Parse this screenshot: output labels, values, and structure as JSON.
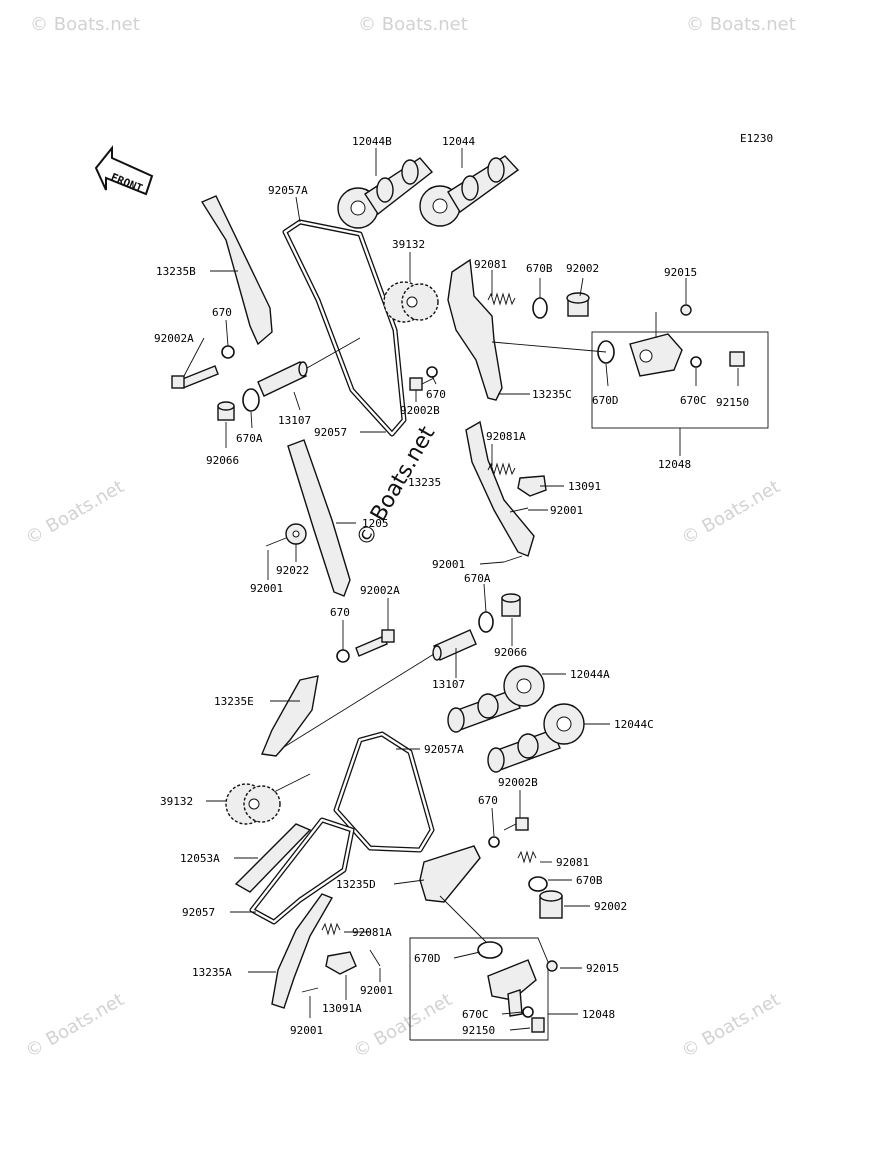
{
  "diagram_code": "E1230",
  "front_label": "FRONT",
  "watermark_text": "© Boats.net",
  "labels": [
    {
      "id": "l-12044b",
      "text": "12044B"
    },
    {
      "id": "l-12044",
      "text": "12044"
    },
    {
      "id": "l-92057a-top",
      "text": "92057A"
    },
    {
      "id": "l-13235b",
      "text": "13235B"
    },
    {
      "id": "l-39132-top",
      "text": "39132"
    },
    {
      "id": "l-92081-top",
      "text": "92081"
    },
    {
      "id": "l-670b-top",
      "text": "670B"
    },
    {
      "id": "l-92002-top",
      "text": "92002"
    },
    {
      "id": "l-92015-top",
      "text": "92015"
    },
    {
      "id": "l-670-top1",
      "text": "670"
    },
    {
      "id": "l-92002a-top",
      "text": "92002A"
    },
    {
      "id": "l-670-top2",
      "text": "670"
    },
    {
      "id": "l-13235c",
      "text": "13235C"
    },
    {
      "id": "l-670d-top",
      "text": "670D"
    },
    {
      "id": "l-670c-top",
      "text": "670C"
    },
    {
      "id": "l-92150-top",
      "text": "92150"
    },
    {
      "id": "l-92002b-top",
      "text": "92002B"
    },
    {
      "id": "l-13107-top",
      "text": "13107"
    },
    {
      "id": "l-92057-top",
      "text": "92057"
    },
    {
      "id": "l-670a-top",
      "text": "670A"
    },
    {
      "id": "l-92066-top",
      "text": "92066"
    },
    {
      "id": "l-12048-top",
      "text": "12048"
    },
    {
      "id": "l-92081a-top",
      "text": "92081A"
    },
    {
      "id": "l-13235",
      "text": "13235"
    },
    {
      "id": "l-13091",
      "text": "13091"
    },
    {
      "id": "l-92001-a",
      "text": "92001"
    },
    {
      "id": "l-1205",
      "text": "1205"
    },
    {
      "id": "l-92022",
      "text": "92022"
    },
    {
      "id": "l-92001-b",
      "text": "92001"
    },
    {
      "id": "l-92001-c",
      "text": "92001"
    },
    {
      "id": "l-670a-mid",
      "text": "670A"
    },
    {
      "id": "l-670-mid",
      "text": "670"
    },
    {
      "id": "l-92002a-mid",
      "text": "92002A"
    },
    {
      "id": "l-92066-mid",
      "text": "92066"
    },
    {
      "id": "l-13107-mid",
      "text": "13107"
    },
    {
      "id": "l-12044a",
      "text": "12044A"
    },
    {
      "id": "l-13235e",
      "text": "13235E"
    },
    {
      "id": "l-12044c",
      "text": "12044C"
    },
    {
      "id": "l-92057a-bot",
      "text": "92057A"
    },
    {
      "id": "l-39132-bot",
      "text": "39132"
    },
    {
      "id": "l-92002b-bot",
      "text": "92002B"
    },
    {
      "id": "l-670-bot",
      "text": "670"
    },
    {
      "id": "l-12053a",
      "text": "12053A"
    },
    {
      "id": "l-92081-bot",
      "text": "92081"
    },
    {
      "id": "l-13235d",
      "text": "13235D"
    },
    {
      "id": "l-670b-bot",
      "text": "670B"
    },
    {
      "id": "l-92057-bot",
      "text": "92057"
    },
    {
      "id": "l-92002-bot",
      "text": "92002"
    },
    {
      "id": "l-92081a-bot",
      "text": "92081A"
    },
    {
      "id": "l-670d-bot",
      "text": "670D"
    },
    {
      "id": "l-92015-bot",
      "text": "92015"
    },
    {
      "id": "l-13235a",
      "text": "13235A"
    },
    {
      "id": "l-92001-d",
      "text": "92001"
    },
    {
      "id": "l-13091a",
      "text": "13091A"
    },
    {
      "id": "l-670c-bot",
      "text": "670C"
    },
    {
      "id": "l-12048-bot",
      "text": "12048"
    },
    {
      "id": "l-92150-bot",
      "text": "92150"
    },
    {
      "id": "l-92001-e",
      "text": "92001"
    }
  ]
}
